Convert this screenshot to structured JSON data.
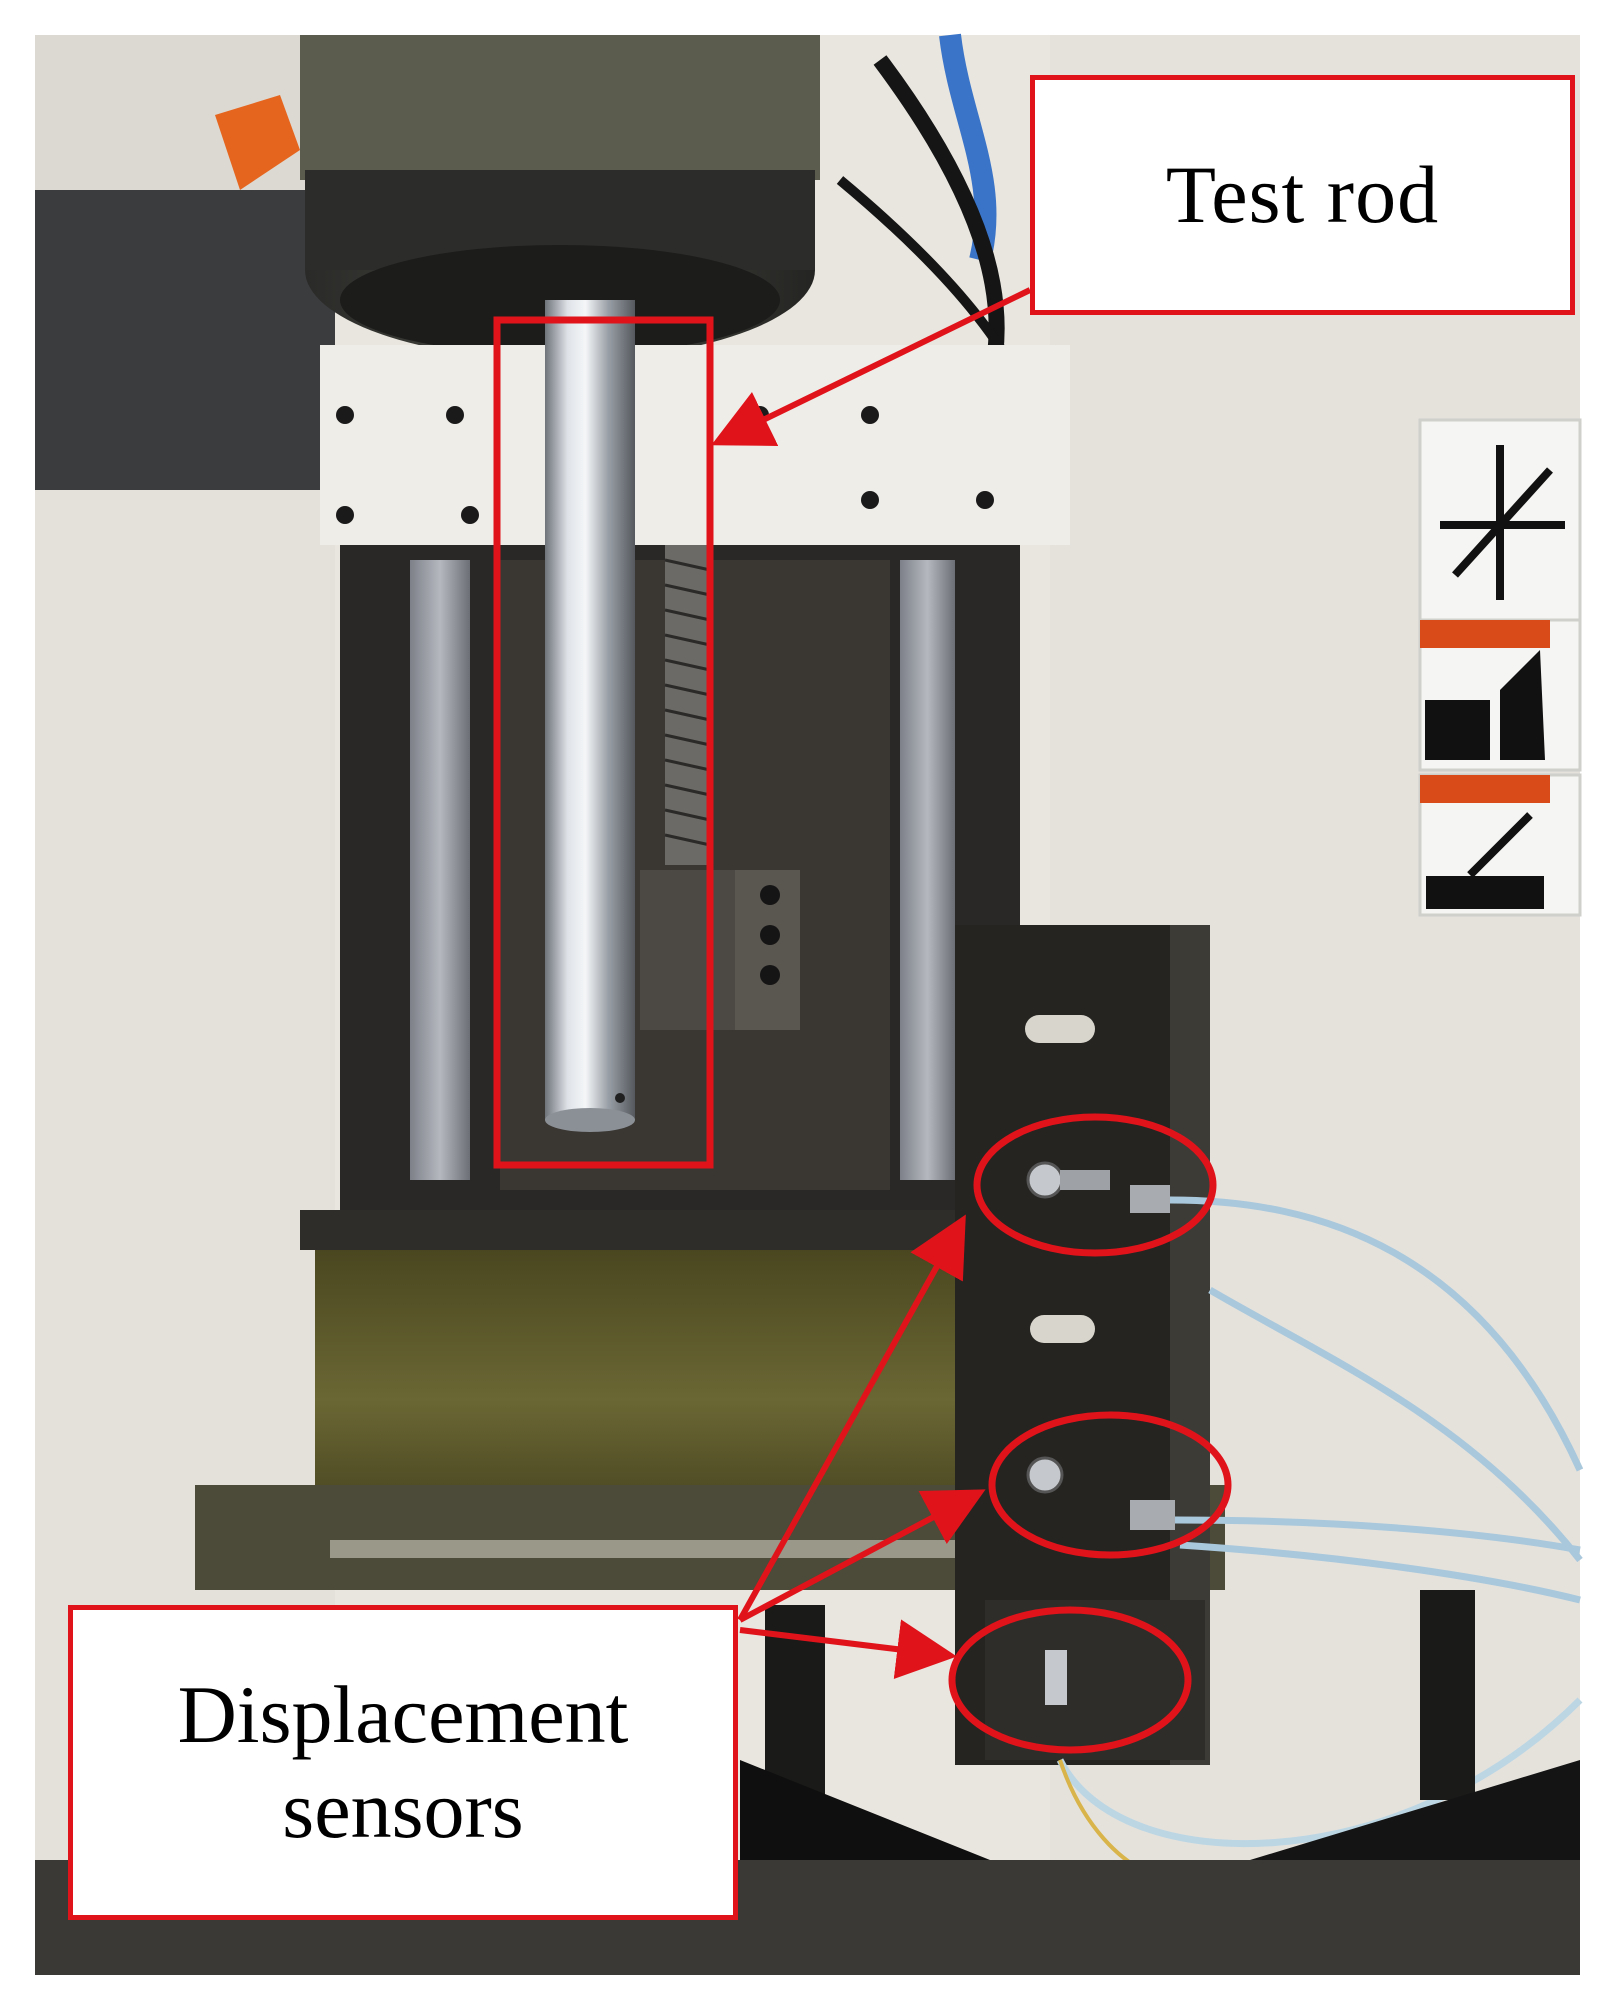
{
  "labels": {
    "test_rod": "Test rod",
    "displacement_sensors_line1": "Displacement",
    "displacement_sensors_line2": "sensors"
  },
  "colors": {
    "annotation_red": "#e0131b",
    "label_background": "#ffffff",
    "label_text": "#000000",
    "wall": "#e9e6df",
    "machine_dark": "#1f1f1d",
    "machine_olive": "#5a5628",
    "rod_steel": "#c8ccd2",
    "cable_blue": "#a9c8dc"
  }
}
